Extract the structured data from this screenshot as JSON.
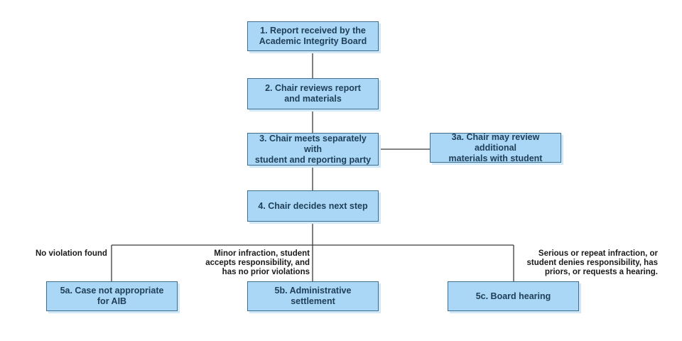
{
  "steps": {
    "step1": "1. Report received by the\nAcademic Integrity Board",
    "step2": "2. Chair reviews report\nand materials",
    "step3": "3. Chair meets separately with\nstudent and reporting party",
    "step3a": "3a. Chair may review additional\nmaterials with student",
    "step4": "4. Chair decides next step",
    "step5a": "5a. Case not appropriate\nfor AIB",
    "step5b": "5b. Administrative\nsettlement",
    "step5c": "5c. Board hearing"
  },
  "branches": {
    "no_violation": "No violation found",
    "minor": "Minor infraction, student\naccepts responsibility, and\nhas no prior violations",
    "serious": "Serious or repeat infraction, or\nstudent denies responsibility, has\npriors, or requests a hearing."
  },
  "colors": {
    "box_fill": "#a9d7f5",
    "box_border": "#3f6e8e",
    "connector": "#3b3b3b"
  }
}
